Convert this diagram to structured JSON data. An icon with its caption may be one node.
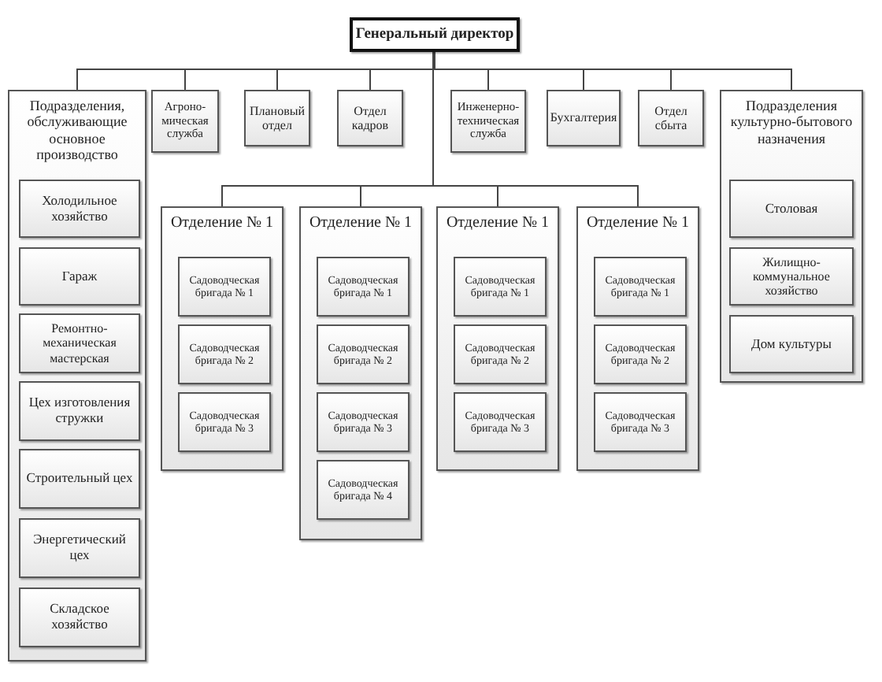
{
  "diagram": {
    "nodes": [
      {
        "text": [
          "Генеральный директор"
        ]
      },
      {
        "text": [
          "Подразделения, обслуживающие основное производство"
        ]
      },
      {
        "text": [
          "Холодильное хозяйство"
        ],
        "in": 1
      },
      {
        "text": [
          "Гараж"
        ],
        "in": 1
      },
      {
        "text": [
          "Ремонтно-механическая мастерская"
        ],
        "in": 1
      },
      {
        "text": [
          "Цех изготовления стружки"
        ],
        "in": 1
      },
      {
        "text": [
          "Строительный цех"
        ],
        "in": 1
      },
      {
        "text": [
          "Энергетический цех"
        ],
        "in": 1
      },
      {
        "text": [
          "Складское хозяйство"
        ],
        "in": 1
      },
      {
        "text": [
          "Агроно-мическая служба"
        ]
      },
      {
        "text": [
          "Плановый отдел"
        ]
      },
      {
        "text": [
          "Отдел кадров"
        ]
      },
      {
        "text": [
          "Инженерно-техническая служба"
        ]
      },
      {
        "text": [
          "Бухгалтерия"
        ]
      },
      {
        "text": [
          "Отдел сбыта"
        ]
      },
      {
        "text": [
          "Подразделения культурно-бытового назначения"
        ]
      },
      {
        "text": [
          "Столовая"
        ],
        "in": 15
      },
      {
        "text": [
          "Жилищно-коммунальное хозяйство"
        ],
        "in": 15
      },
      {
        "text": [
          "Дом культуры"
        ],
        "in": 15
      },
      {
        "text": [
          "Отделение № 1"
        ]
      },
      {
        "text": [
          "Садоводческая бригада № 1"
        ],
        "in": 19
      },
      {
        "text": [
          "Садоводческая бригада № 2"
        ],
        "in": 19
      },
      {
        "text": [
          "Садоводческая бригада № 3"
        ],
        "in": 19
      },
      {
        "text": [
          "Отделение № 1"
        ]
      },
      {
        "text": [
          "Садоводческая бригада № 1"
        ],
        "in": 23
      },
      {
        "text": [
          "Садоводческая бригада № 2"
        ],
        "in": 23
      },
      {
        "text": [
          "Садоводческая бригада № 3"
        ],
        "in": 23
      },
      {
        "text": [
          "Садоводческая бригада № 4"
        ],
        "in": 23
      },
      {
        "text": [
          "Отделение № 1"
        ]
      },
      {
        "text": [
          "Садоводческая бригада № 1"
        ],
        "in": 28
      },
      {
        "text": [
          "Садоводческая бригада № 2"
        ],
        "in": 28
      },
      {
        "text": [
          "Садоводческая бригада № 3"
        ],
        "in": 28
      },
      {
        "text": [
          "Отделение № 1"
        ]
      },
      {
        "text": [
          "Садоводческая бригада № 1"
        ],
        "in": 32
      },
      {
        "text": [
          "Садоводческая бригада № 2"
        ],
        "in": 32
      },
      {
        "text": [
          "Садоводческая бригада № 3"
        ],
        "in": 32
      }
    ],
    "edges": [
      {
        "from": 0,
        "to": 1,
        "arrow": "none"
      },
      {
        "from": 0,
        "to": 9,
        "arrow": "none"
      },
      {
        "from": 0,
        "to": 10,
        "arrow": "none"
      },
      {
        "from": 0,
        "to": 11,
        "arrow": "none"
      },
      {
        "from": 0,
        "to": 12,
        "arrow": "none"
      },
      {
        "from": 0,
        "to": 13,
        "arrow": "none"
      },
      {
        "from": 0,
        "to": 14,
        "arrow": "none"
      },
      {
        "from": 0,
        "to": 15,
        "arrow": "none"
      },
      {
        "from": 0,
        "to": 19,
        "arrow": "none"
      },
      {
        "from": 0,
        "to": 23,
        "arrow": "none"
      },
      {
        "from": 0,
        "to": 28,
        "arrow": "none"
      },
      {
        "from": 0,
        "to": 32,
        "arrow": "none"
      }
    ]
  }
}
